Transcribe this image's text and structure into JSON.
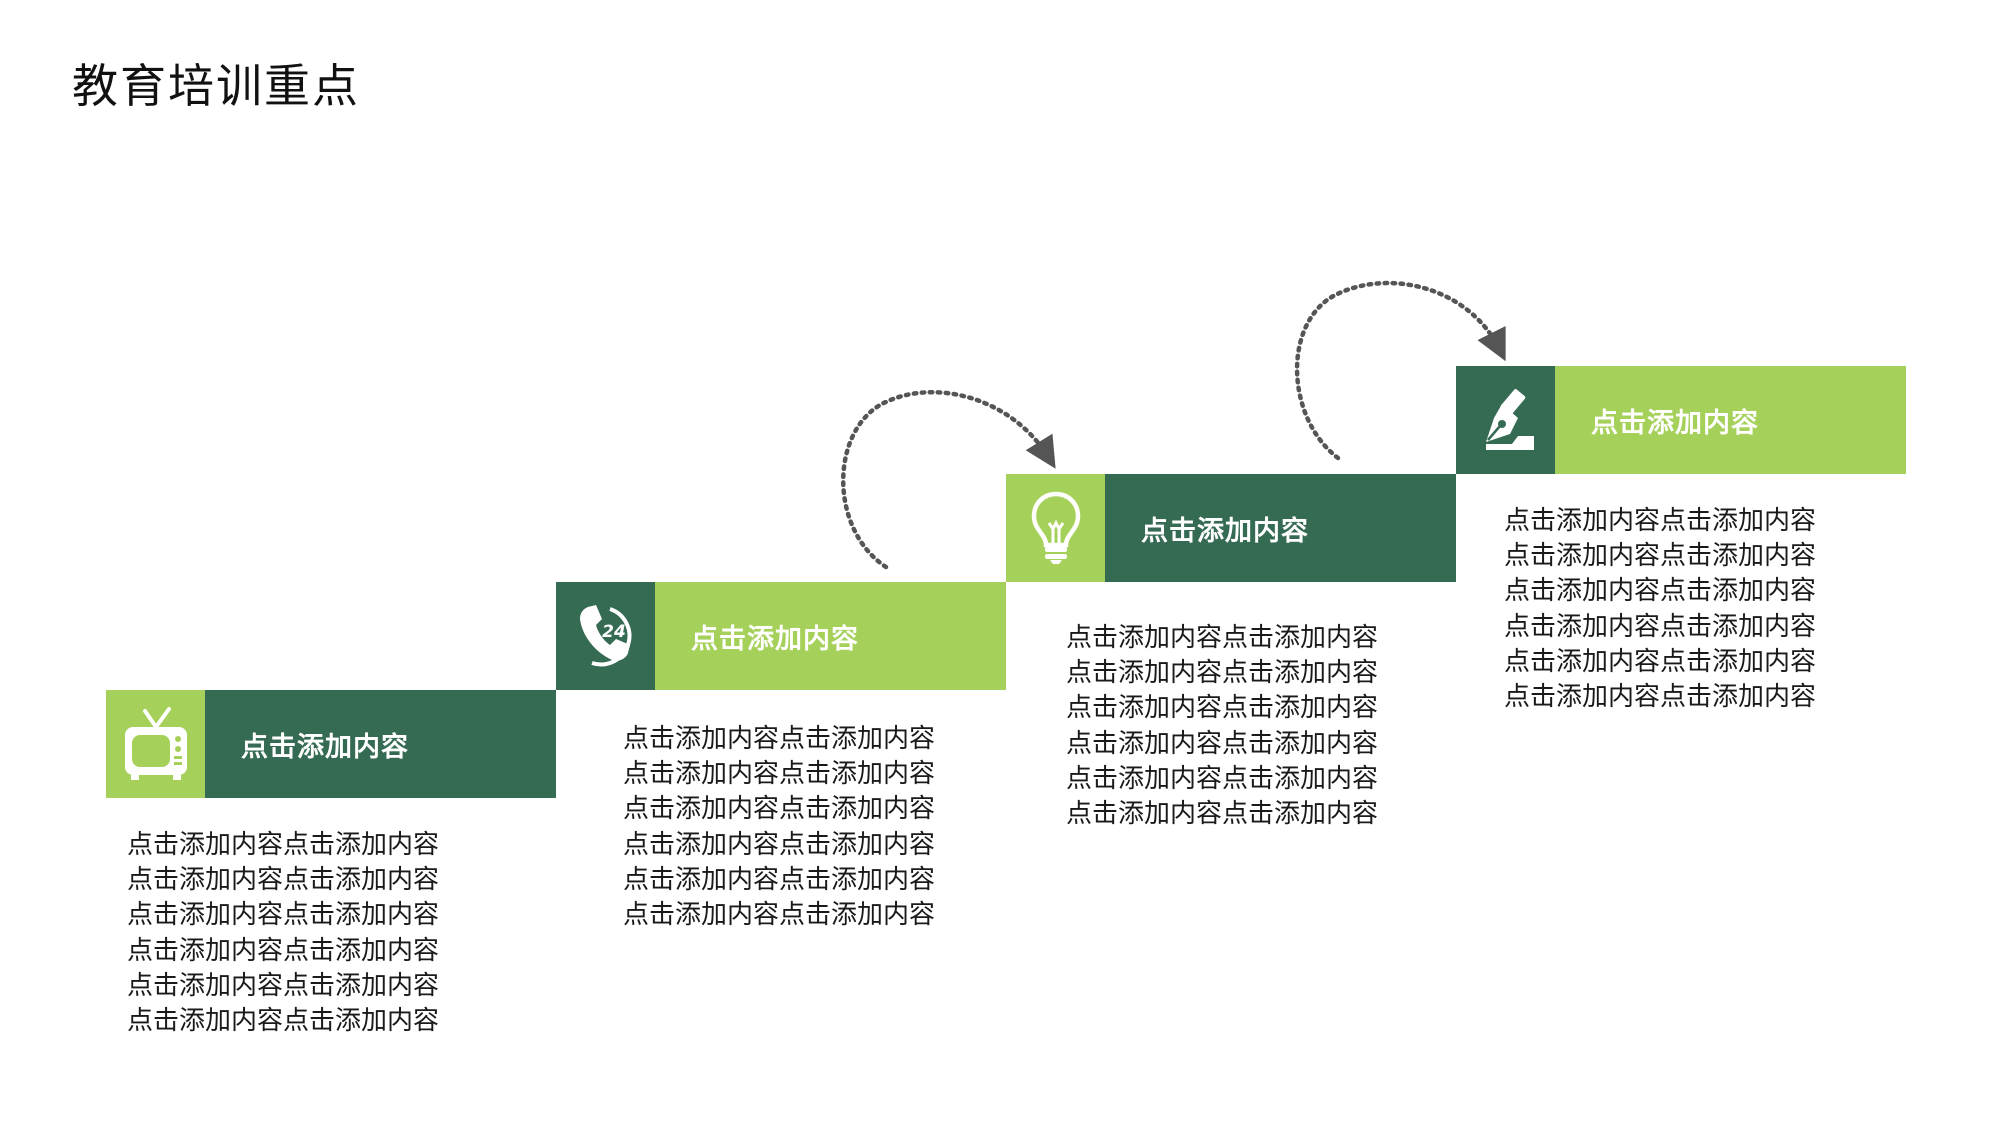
{
  "slide": {
    "title": "教育培训重点"
  },
  "colors": {
    "dark_green": "#366b53",
    "light_green": "#a5d05a",
    "arrow_gray": "#555555"
  },
  "steps": [
    {
      "label": "点击添加内容",
      "icon": "tv-icon",
      "lines": [
        "点击添加内容点击添加内容",
        "点击添加内容点击添加内容",
        "点击添加内容点击添加内容",
        "点击添加内容点击添加内容",
        "点击添加内容点击添加内容",
        "点击添加内容点击添加内容"
      ]
    },
    {
      "label": "点击添加内容",
      "icon": "phone-24-icon",
      "lines": [
        "点击添加内容点击添加内容",
        "点击添加内容点击添加内容",
        "点击添加内容点击添加内容",
        "点击添加内容点击添加内容",
        "点击添加内容点击添加内容",
        "点击添加内容点击添加内容"
      ]
    },
    {
      "label": "点击添加内容",
      "icon": "lightbulb-icon",
      "lines": [
        "点击添加内容点击添加内容",
        "点击添加内容点击添加内容",
        "点击添加内容点击添加内容",
        "点击添加内容点击添加内容",
        "点击添加内容点击添加内容",
        "点击添加内容点击添加内容"
      ]
    },
    {
      "label": "点击添加内容",
      "icon": "pen-nib-icon",
      "lines": [
        "点击添加内容点击添加内容",
        "点击添加内容点击添加内容",
        "点击添加内容点击添加内容",
        "点击添加内容点击添加内容",
        "点击添加内容点击添加内容",
        "点击添加内容点击添加内容"
      ]
    }
  ]
}
